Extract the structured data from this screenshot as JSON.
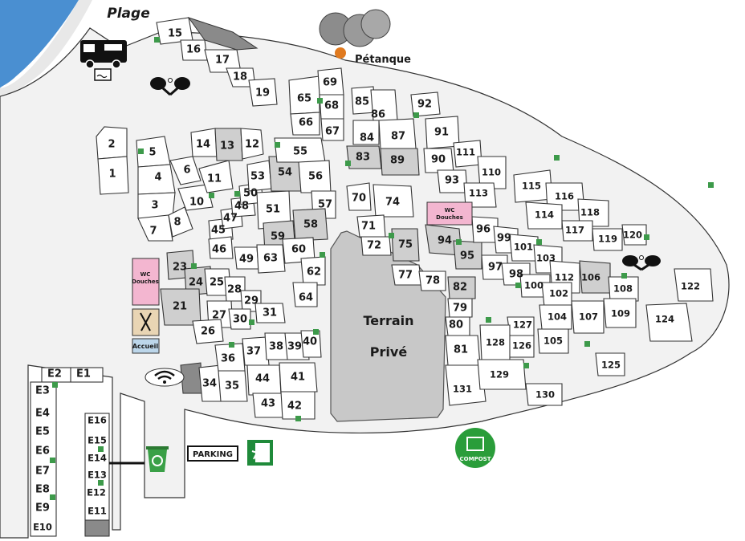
{
  "beach_label": "Plage",
  "petanque_label": "Pétanque",
  "terrain": {
    "line1": "Terrain",
    "line2": "Privé"
  },
  "wc_label": {
    "line1": "WC",
    "line2": "Douches"
  },
  "accueil_label": "Accueil",
  "parking_label": "PARKING",
  "compost_label": "COMPOST",
  "colors": {
    "sea": "#4a8fd1",
    "marker": "#3d9a4a",
    "wc": "#f3b6d0",
    "compost": "#2a9d3a",
    "private": "#c8c8c8"
  },
  "icons": [
    "camper-van-icon",
    "ping-pong-icon",
    "petanque-balls-icon",
    "restaurant-icon",
    "wifi-icon",
    "recycle-bin-icon",
    "exit-icon",
    "compost-icon"
  ],
  "pitch_labels": [
    "1",
    "2",
    "3",
    "4",
    "5",
    "6",
    "7",
    "8",
    "10",
    "11",
    "12",
    "13",
    "14",
    "15",
    "16",
    "17",
    "18",
    "19",
    "21",
    "23",
    "24",
    "25",
    "26",
    "27",
    "28",
    "29",
    "30",
    "31",
    "34",
    "35",
    "36",
    "37",
    "38",
    "39",
    "40",
    "41",
    "42",
    "43",
    "44",
    "45",
    "46",
    "47",
    "48",
    "49",
    "50",
    "51",
    "53",
    "54",
    "55",
    "56",
    "57",
    "58",
    "59",
    "60",
    "62",
    "63",
    "64",
    "65",
    "66",
    "67",
    "68",
    "69",
    "70",
    "71",
    "72",
    "74",
    "75",
    "77",
    "78",
    "79",
    "80",
    "81",
    "82",
    "83",
    "84",
    "85",
    "86",
    "87",
    "89",
    "90",
    "91",
    "92",
    "93",
    "94",
    "95",
    "96",
    "97",
    "98",
    "99",
    "100",
    "101",
    "102",
    "103",
    "104",
    "105",
    "106",
    "107",
    "108",
    "109",
    "110",
    "111",
    "112",
    "113",
    "114",
    "115",
    "116",
    "117",
    "118",
    "119",
    "120",
    "122",
    "124",
    "125",
    "126",
    "127",
    "128",
    "129",
    "130",
    "131",
    "E1",
    "E2",
    "E3",
    "E4",
    "E5",
    "E6",
    "E7",
    "E8",
    "E9",
    "E10",
    "E11",
    "E12",
    "E13",
    "E14",
    "E15",
    "E16"
  ]
}
